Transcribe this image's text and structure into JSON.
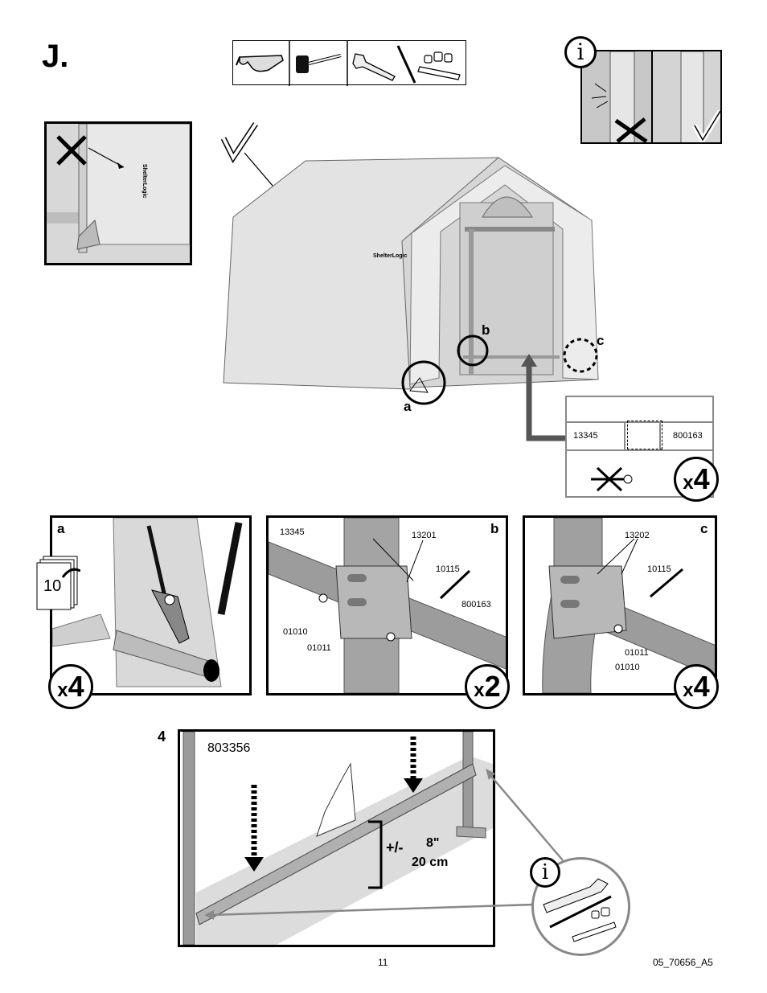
{
  "step": {
    "letter": "J."
  },
  "labels": {
    "a": "a",
    "b": "b",
    "c": "c",
    "step_number": "4",
    "page_icon_number": "10",
    "info": "i"
  },
  "hardware_box": {
    "left_part": "13345",
    "right_part": "800163",
    "count": "x4"
  },
  "detail_a": {
    "count": "x4"
  },
  "detail_b": {
    "parts": [
      "13345",
      "13201",
      "10115",
      "800163",
      "01010",
      "01011"
    ],
    "count": "x2"
  },
  "detail_c": {
    "parts": [
      "13202",
      "10115",
      "01011",
      "01010"
    ],
    "count": "x4"
  },
  "bottom_panel": {
    "part": "803356",
    "measure_prefix": "+/-",
    "measure_in": "8\"",
    "measure_cm": "20 cm"
  },
  "footer": {
    "page_number": "11",
    "doc_code": "05_70656_A5"
  },
  "icons": [
    "safety-glasses-icon",
    "mallet-icon",
    "wrench-icon",
    "socket-set-icon",
    "info-icon",
    "checkmark-icon",
    "cross-icon",
    "page-turn-icon"
  ]
}
